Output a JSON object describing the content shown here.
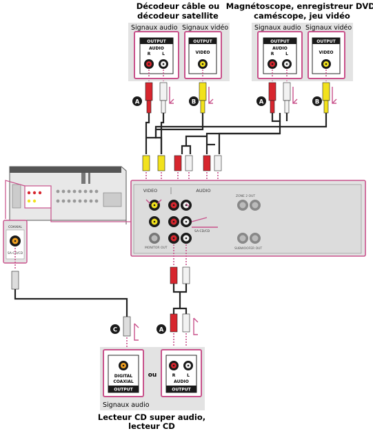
{
  "sources": {
    "cable": {
      "title_line1": "Décodeur câble ou",
      "title_line2": "décodeur satellite",
      "label_audio": "Signaux audio",
      "label_video": "Signaux vidéo"
    },
    "recorder": {
      "title_line1": "Magnétoscope, enregistreur DVD,",
      "title_line2": "caméscope, jeu vidéo",
      "label_audio": "Signaux audio",
      "label_video": "Signaux vidéo"
    },
    "cd": {
      "title_line1": "Lecteur CD super audio,",
      "title_line2": "lecteur CD",
      "label_audio": "Signaux audio"
    }
  },
  "jacks": {
    "output": "OUTPUT",
    "audio": "AUDIO",
    "video": "VIDEO",
    "r": "R",
    "l": "L",
    "digital": "DIGITAL",
    "coaxial": "COAXIAL",
    "ou": "ou"
  },
  "markers": {
    "a": "A",
    "b": "B",
    "c": "C"
  },
  "receiver_panel": {
    "video": "VIDEO",
    "audio": "AUDIO",
    "zone2_out": "ZONE 2 OUT",
    "monitor_out": "MONITOR OUT",
    "subwoofer_out": "SUBWOOFER OUT",
    "sacd_cd": "SA-CD/CD",
    "coaxial": "COAXIAL"
  },
  "colors": {
    "frame_pink": "#c8508a",
    "panel_gray": "#e3e3e3",
    "jack_red": "#d7262e",
    "jack_yellow": "#f2e21c",
    "dark": "#1a1a1a"
  }
}
